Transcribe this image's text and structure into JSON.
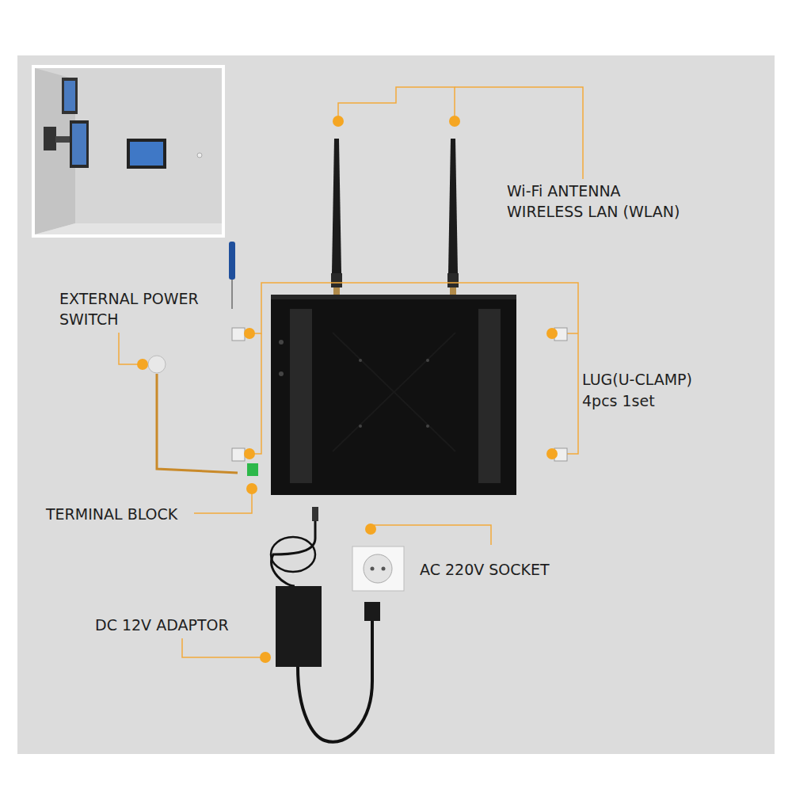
{
  "diagram": {
    "labels": [
      "Wi-Fi ANTENNA WIRELESS LAN (WLAN)",
      "EXTERNAL POWER SWITCH",
      "LUG(U-CLAMP)",
      "4pcs 1set",
      "TERMINAL BLOCK",
      "AC 220V SOCKET",
      "DC 12V ADAPTOR"
    ]
  }
}
